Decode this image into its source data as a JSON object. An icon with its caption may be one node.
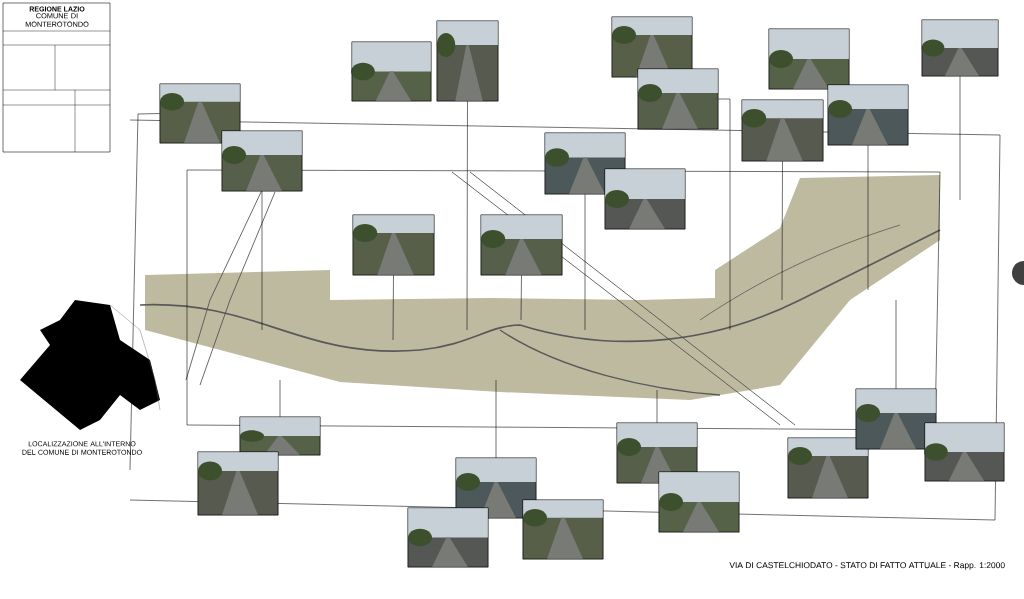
{
  "diagram": {
    "title": "VIA DI CASTELCHIODATO - STATO DI FATTO ATTUALE - Rapp. 1:2000",
    "nodes": [
      {
        "text": [],
        "shape": "picture"
      },
      {
        "text": [],
        "shape": "picture"
      },
      {
        "text": [],
        "shape": "picture"
      },
      {
        "text": [],
        "shape": "picture"
      },
      {
        "text": [],
        "shape": "picture"
      },
      {
        "text": [],
        "shape": "picture"
      },
      {
        "text": [],
        "shape": "picture"
      },
      {
        "text": [],
        "shape": "picture"
      },
      {
        "text": [],
        "shape": "picture"
      },
      {
        "text": [],
        "shape": "picture"
      },
      {
        "text": [],
        "shape": "picture"
      },
      {
        "text": [],
        "shape": "picture"
      },
      {
        "text": [],
        "shape": "picture"
      },
      {
        "text": [],
        "shape": "picture"
      },
      {
        "text": [],
        "shape": "picture"
      },
      {
        "text": [],
        "shape": "picture"
      },
      {
        "text": [],
        "shape": "picture"
      },
      {
        "text": [],
        "shape": "picture"
      },
      {
        "text": [],
        "shape": "picture"
      },
      {
        "text": [],
        "shape": "picture"
      },
      {
        "text": [],
        "shape": "picture"
      },
      {
        "text": [],
        "shape": "picture"
      },
      {
        "text": [],
        "shape": "picture"
      },
      {
        "text": [],
        "shape": "picture"
      }
    ],
    "edges": [
      {
        "from": 0,
        "to": null,
        "arrow": "none"
      },
      {
        "from": 1,
        "to": null,
        "arrow": "none"
      },
      {
        "from": 3,
        "to": null,
        "arrow": "none"
      },
      {
        "from": 4,
        "to": null,
        "arrow": "none"
      },
      {
        "from": 7,
        "to": null,
        "arrow": "none"
      },
      {
        "from": 9,
        "to": null,
        "arrow": "none"
      },
      {
        "from": 10,
        "to": null,
        "arrow": "none"
      },
      {
        "from": 11,
        "to": null,
        "arrow": "none"
      },
      {
        "from": 12,
        "to": null,
        "arrow": "none"
      },
      {
        "from": 13,
        "to": null,
        "arrow": "none"
      },
      {
        "from": 14,
        "to": null,
        "arrow": "none"
      },
      {
        "from": 16,
        "to": null,
        "arrow": "none"
      },
      {
        "from": 19,
        "to": null,
        "arrow": "none"
      },
      {
        "from": 22,
        "to": null,
        "arrow": "none"
      }
    ],
    "labels": [
      "REGIONE LAZIO",
      "COMUNE DI MONTEROTONDO",
      "LOCALIZZAZIONE ALL'INTERNO DEL COMUNE DI MONTEROTONDO"
    ]
  }
}
